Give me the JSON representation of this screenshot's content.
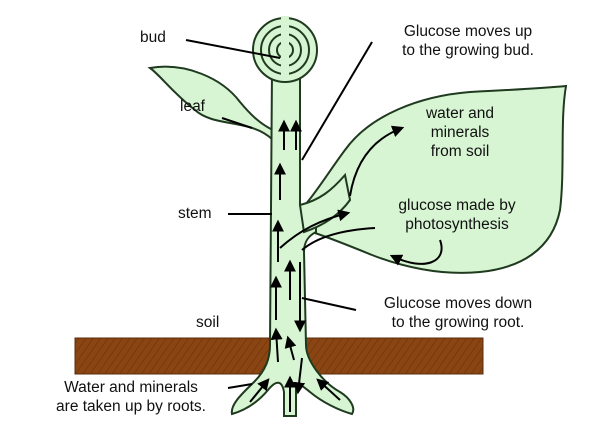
{
  "labels": {
    "bud": "bud",
    "leaf": "leaf",
    "stem": "stem",
    "soil": "soil",
    "glucose_up_line1": "Glucose moves up",
    "glucose_up_line2": "to the growing bud.",
    "water_soil_line1": "water and",
    "water_soil_line2": "minerals",
    "water_soil_line3": "from soil",
    "glucose_made_line1": "glucose made by",
    "glucose_made_line2": "photosynthesis",
    "glucose_down_line1": "Glucose moves down",
    "glucose_down_line2": "to the growing root.",
    "roots_line1": "Water and minerals",
    "roots_line2": "are taken up by roots."
  },
  "colors": {
    "plant_fill": "#d7f5d3",
    "outline": "#1f3a1f",
    "soil": "#8b4513",
    "arrow": "#000000"
  }
}
